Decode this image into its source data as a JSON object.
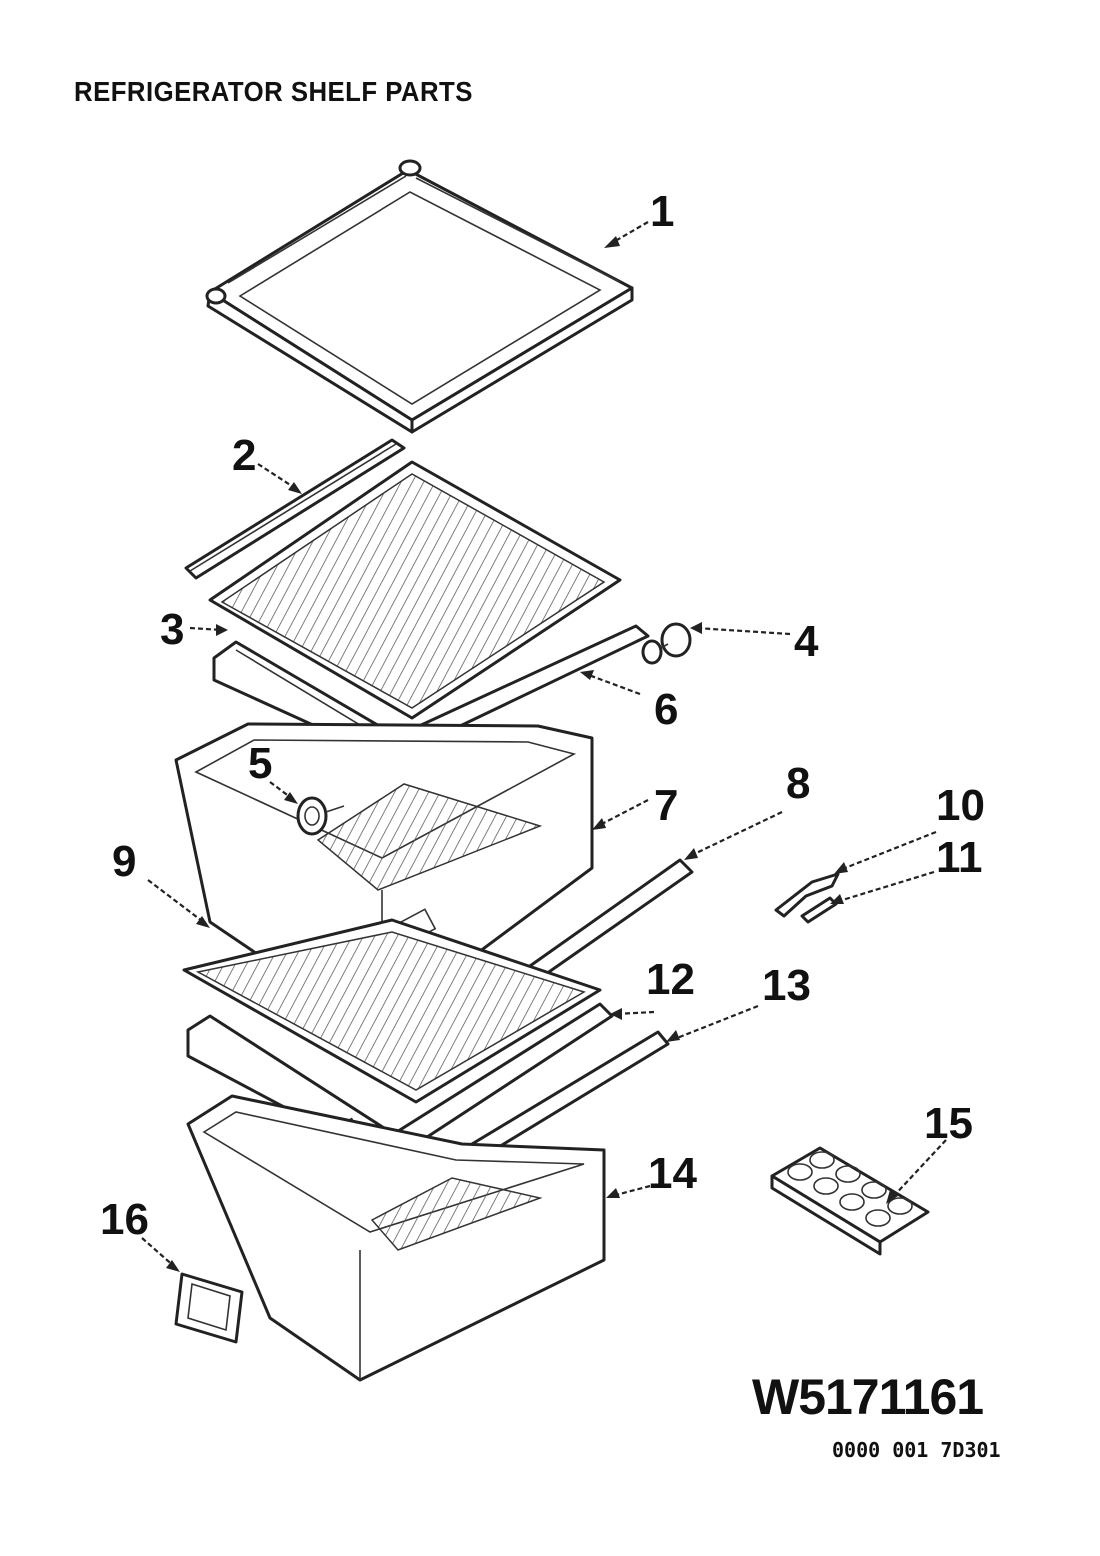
{
  "title": "REFRIGERATOR SHELF PARTS",
  "model_number": "W5171161",
  "diagram_code": "0000 001 7D301",
  "callouts": [
    {
      "id": "1",
      "label": "1"
    },
    {
      "id": "2",
      "label": "2"
    },
    {
      "id": "3",
      "label": "3"
    },
    {
      "id": "4",
      "label": "4"
    },
    {
      "id": "5",
      "label": "5"
    },
    {
      "id": "6",
      "label": "6"
    },
    {
      "id": "7",
      "label": "7"
    },
    {
      "id": "8",
      "label": "8"
    },
    {
      "id": "9",
      "label": "9"
    },
    {
      "id": "10",
      "label": "10"
    },
    {
      "id": "11",
      "label": "11"
    },
    {
      "id": "12",
      "label": "12"
    },
    {
      "id": "13",
      "label": "13"
    },
    {
      "id": "14",
      "label": "14"
    },
    {
      "id": "15",
      "label": "15"
    },
    {
      "id": "16",
      "label": "16"
    }
  ]
}
